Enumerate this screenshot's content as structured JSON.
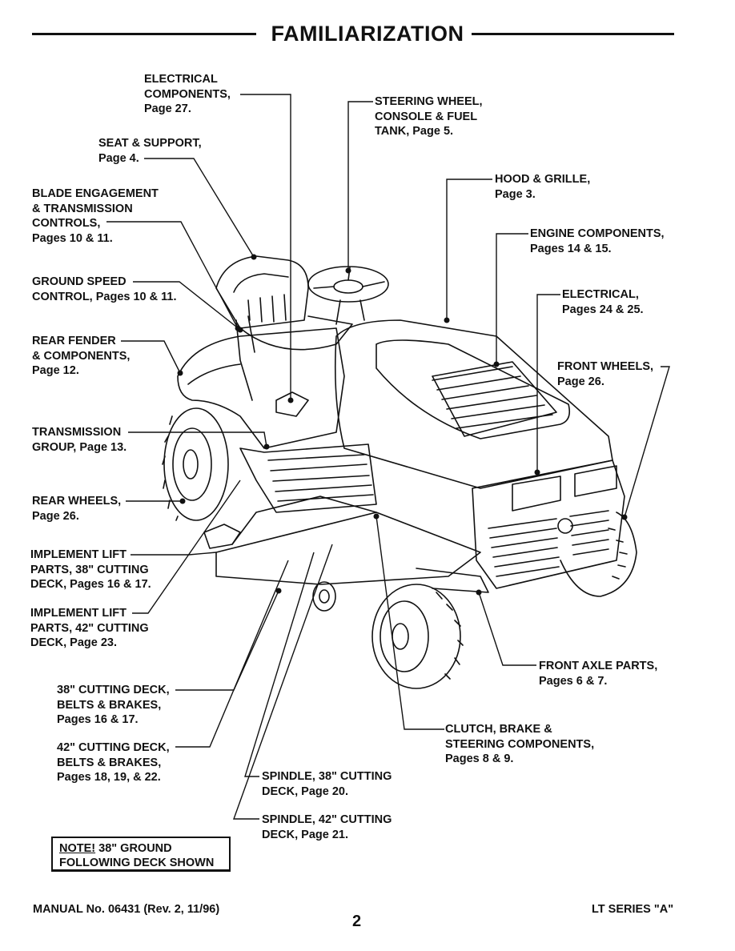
{
  "page": {
    "title": "FAMILIARIZATION",
    "footer_left": "MANUAL No. 06431 (Rev. 2, 11/96)",
    "footer_right": "LT SERIES \"A\"",
    "page_number": "2"
  },
  "callouts": {
    "electrical_components": [
      "ELECTRICAL",
      "COMPONENTS,",
      "Page 27."
    ],
    "seat_support": [
      "SEAT & SUPPORT,",
      "Page 4."
    ],
    "blade_engagement": [
      "BLADE ENGAGEMENT",
      "& TRANSMISSION",
      "CONTROLS,",
      "Pages 10 & 11."
    ],
    "ground_speed": [
      "GROUND SPEED",
      "CONTROL, Pages 10 & 11."
    ],
    "rear_fender": [
      "REAR FENDER",
      "& COMPONENTS,",
      "Page 12."
    ],
    "transmission_group": [
      "TRANSMISSION",
      "GROUP, Page 13."
    ],
    "rear_wheels": [
      "REAR WHEELS,",
      "Page 26."
    ],
    "implement_lift_38": [
      "IMPLEMENT LIFT",
      "PARTS, 38\" CUTTING",
      "DECK, Pages 16 & 17."
    ],
    "implement_lift_42": [
      "IMPLEMENT LIFT",
      "PARTS, 42\" CUTTING",
      "DECK, Page 23."
    ],
    "cutting_deck_38": [
      "38\" CUTTING DECK,",
      "BELTS & BRAKES,",
      "Pages 16 & 17."
    ],
    "cutting_deck_42": [
      "42\" CUTTING DECK,",
      "BELTS & BRAKES,",
      "Pages 18, 19, & 22."
    ],
    "spindle_38": [
      "SPINDLE, 38\" CUTTING",
      "DECK, Page 20."
    ],
    "spindle_42": [
      "SPINDLE, 42\" CUTTING",
      "DECK, Page 21."
    ],
    "steering_wheel": [
      "STEERING WHEEL,",
      "CONSOLE & FUEL",
      "TANK, Page 5."
    ],
    "hood_grille": [
      "HOOD & GRILLE,",
      "Page 3."
    ],
    "engine_components": [
      "ENGINE COMPONENTS,",
      "Pages 14 & 15."
    ],
    "electrical": [
      "ELECTRICAL,",
      "Pages 24 & 25."
    ],
    "front_wheels": [
      "FRONT WHEELS,",
      "Page 26."
    ],
    "front_axle": [
      "FRONT AXLE PARTS,",
      "Pages 6 & 7."
    ],
    "clutch_brake": [
      "CLUTCH, BRAKE &",
      "STEERING COMPONENTS,",
      "Pages 8 & 9."
    ]
  },
  "note": {
    "prefix": "NOTE!",
    "line1_rest": " 38\" GROUND",
    "line2": "FOLLOWING DECK SHOWN"
  }
}
